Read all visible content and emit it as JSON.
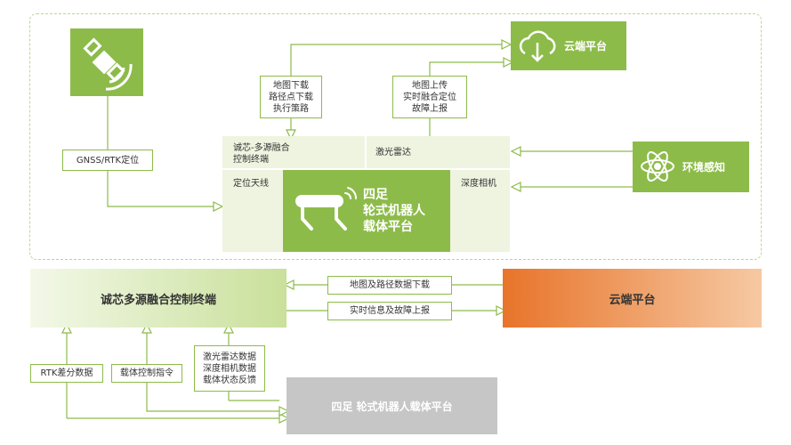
{
  "top": {
    "gnss_label": "GNSS/RTK定位",
    "cloud_label": "云端平台",
    "env_label": "环境感知",
    "download_lines": [
      "地图下载",
      "路径点下载",
      "执行策路"
    ],
    "upload_lines": [
      "地图上传",
      "实时融合定位",
      "故障上报"
    ],
    "terminal_lines": [
      "诚芯-多源融合",
      "控制终端"
    ],
    "lidar_label": "激光雷达",
    "antenna_label": "定位天线",
    "depth_label": "深度相机",
    "robot_lines": [
      "四足",
      "轮式机器人",
      "载体平台"
    ]
  },
  "bottom": {
    "terminal_label": "诚芯多源融合控制终端",
    "cloud_label": "云端平台",
    "download_label": "地图及路径数据下载",
    "upload_label": "实时信息及故障上报",
    "rtk_label": "RTK差分数据",
    "control_label": "载体控制指令",
    "sensor_lines": [
      "激光雷达数据",
      "深度相机数据",
      "载体状态反馈"
    ],
    "robot_label": "四足 轮式机器人载体平台"
  },
  "colors": {
    "green": "#8dbb4a",
    "pale": "#eef4e0",
    "orange": "#e8742a",
    "gray": "#c6c6c6"
  },
  "icons": [
    "satellite-icon",
    "cloud-download-icon",
    "atom-icon",
    "robot-dog-icon"
  ]
}
